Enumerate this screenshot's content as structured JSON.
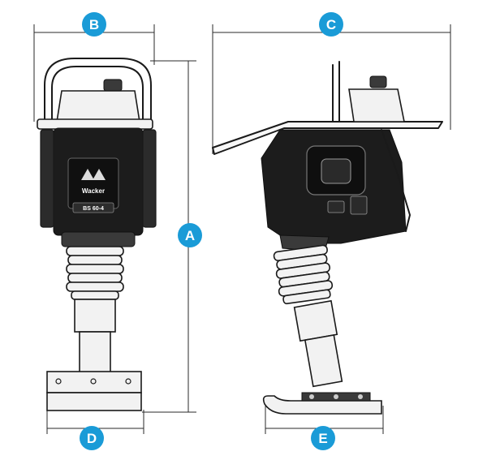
{
  "colors": {
    "badge": "#1a9bd7",
    "badge_text": "#ffffff",
    "ink": "#1a1a1a",
    "background": "#ffffff"
  },
  "dimension_labels": {
    "A": "A",
    "B": "B",
    "C": "C",
    "D": "D",
    "E": "E"
  },
  "machine": {
    "brand_plate": "Wacker",
    "model_plate": "BS 60-4"
  },
  "views": [
    "front-view",
    "side-view"
  ]
}
